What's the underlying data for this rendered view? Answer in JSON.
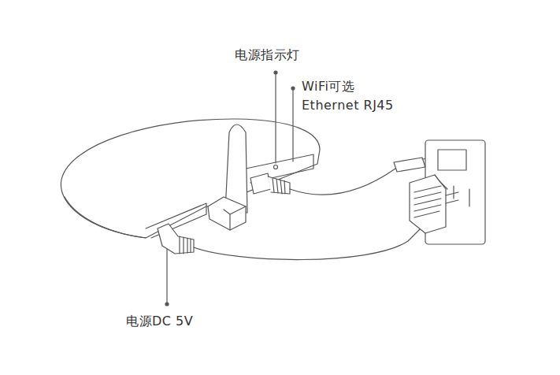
{
  "diagram": {
    "labels": [
      "电源指示灯",
      "WiFi可选",
      "Ethernet RJ45",
      "电源DC 5V"
    ]
  }
}
